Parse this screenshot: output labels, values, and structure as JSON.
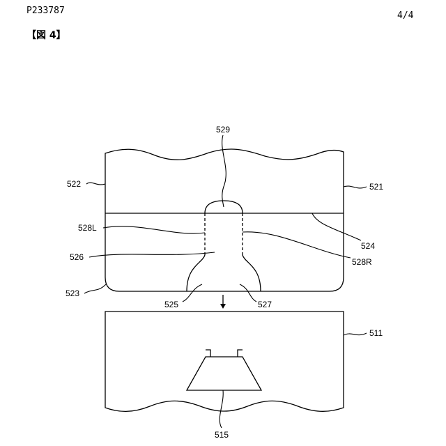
{
  "header": {
    "doc_id": "P233787",
    "page": "4/4",
    "figure_label": "【図 4】"
  },
  "labels": {
    "l529": "529",
    "l522": "522",
    "l521": "521",
    "l528L": "528L",
    "l524": "524",
    "l526": "526",
    "l528R": "528R",
    "l523": "523",
    "l525": "525",
    "l527": "527",
    "l511": "511",
    "l515": "515"
  }
}
